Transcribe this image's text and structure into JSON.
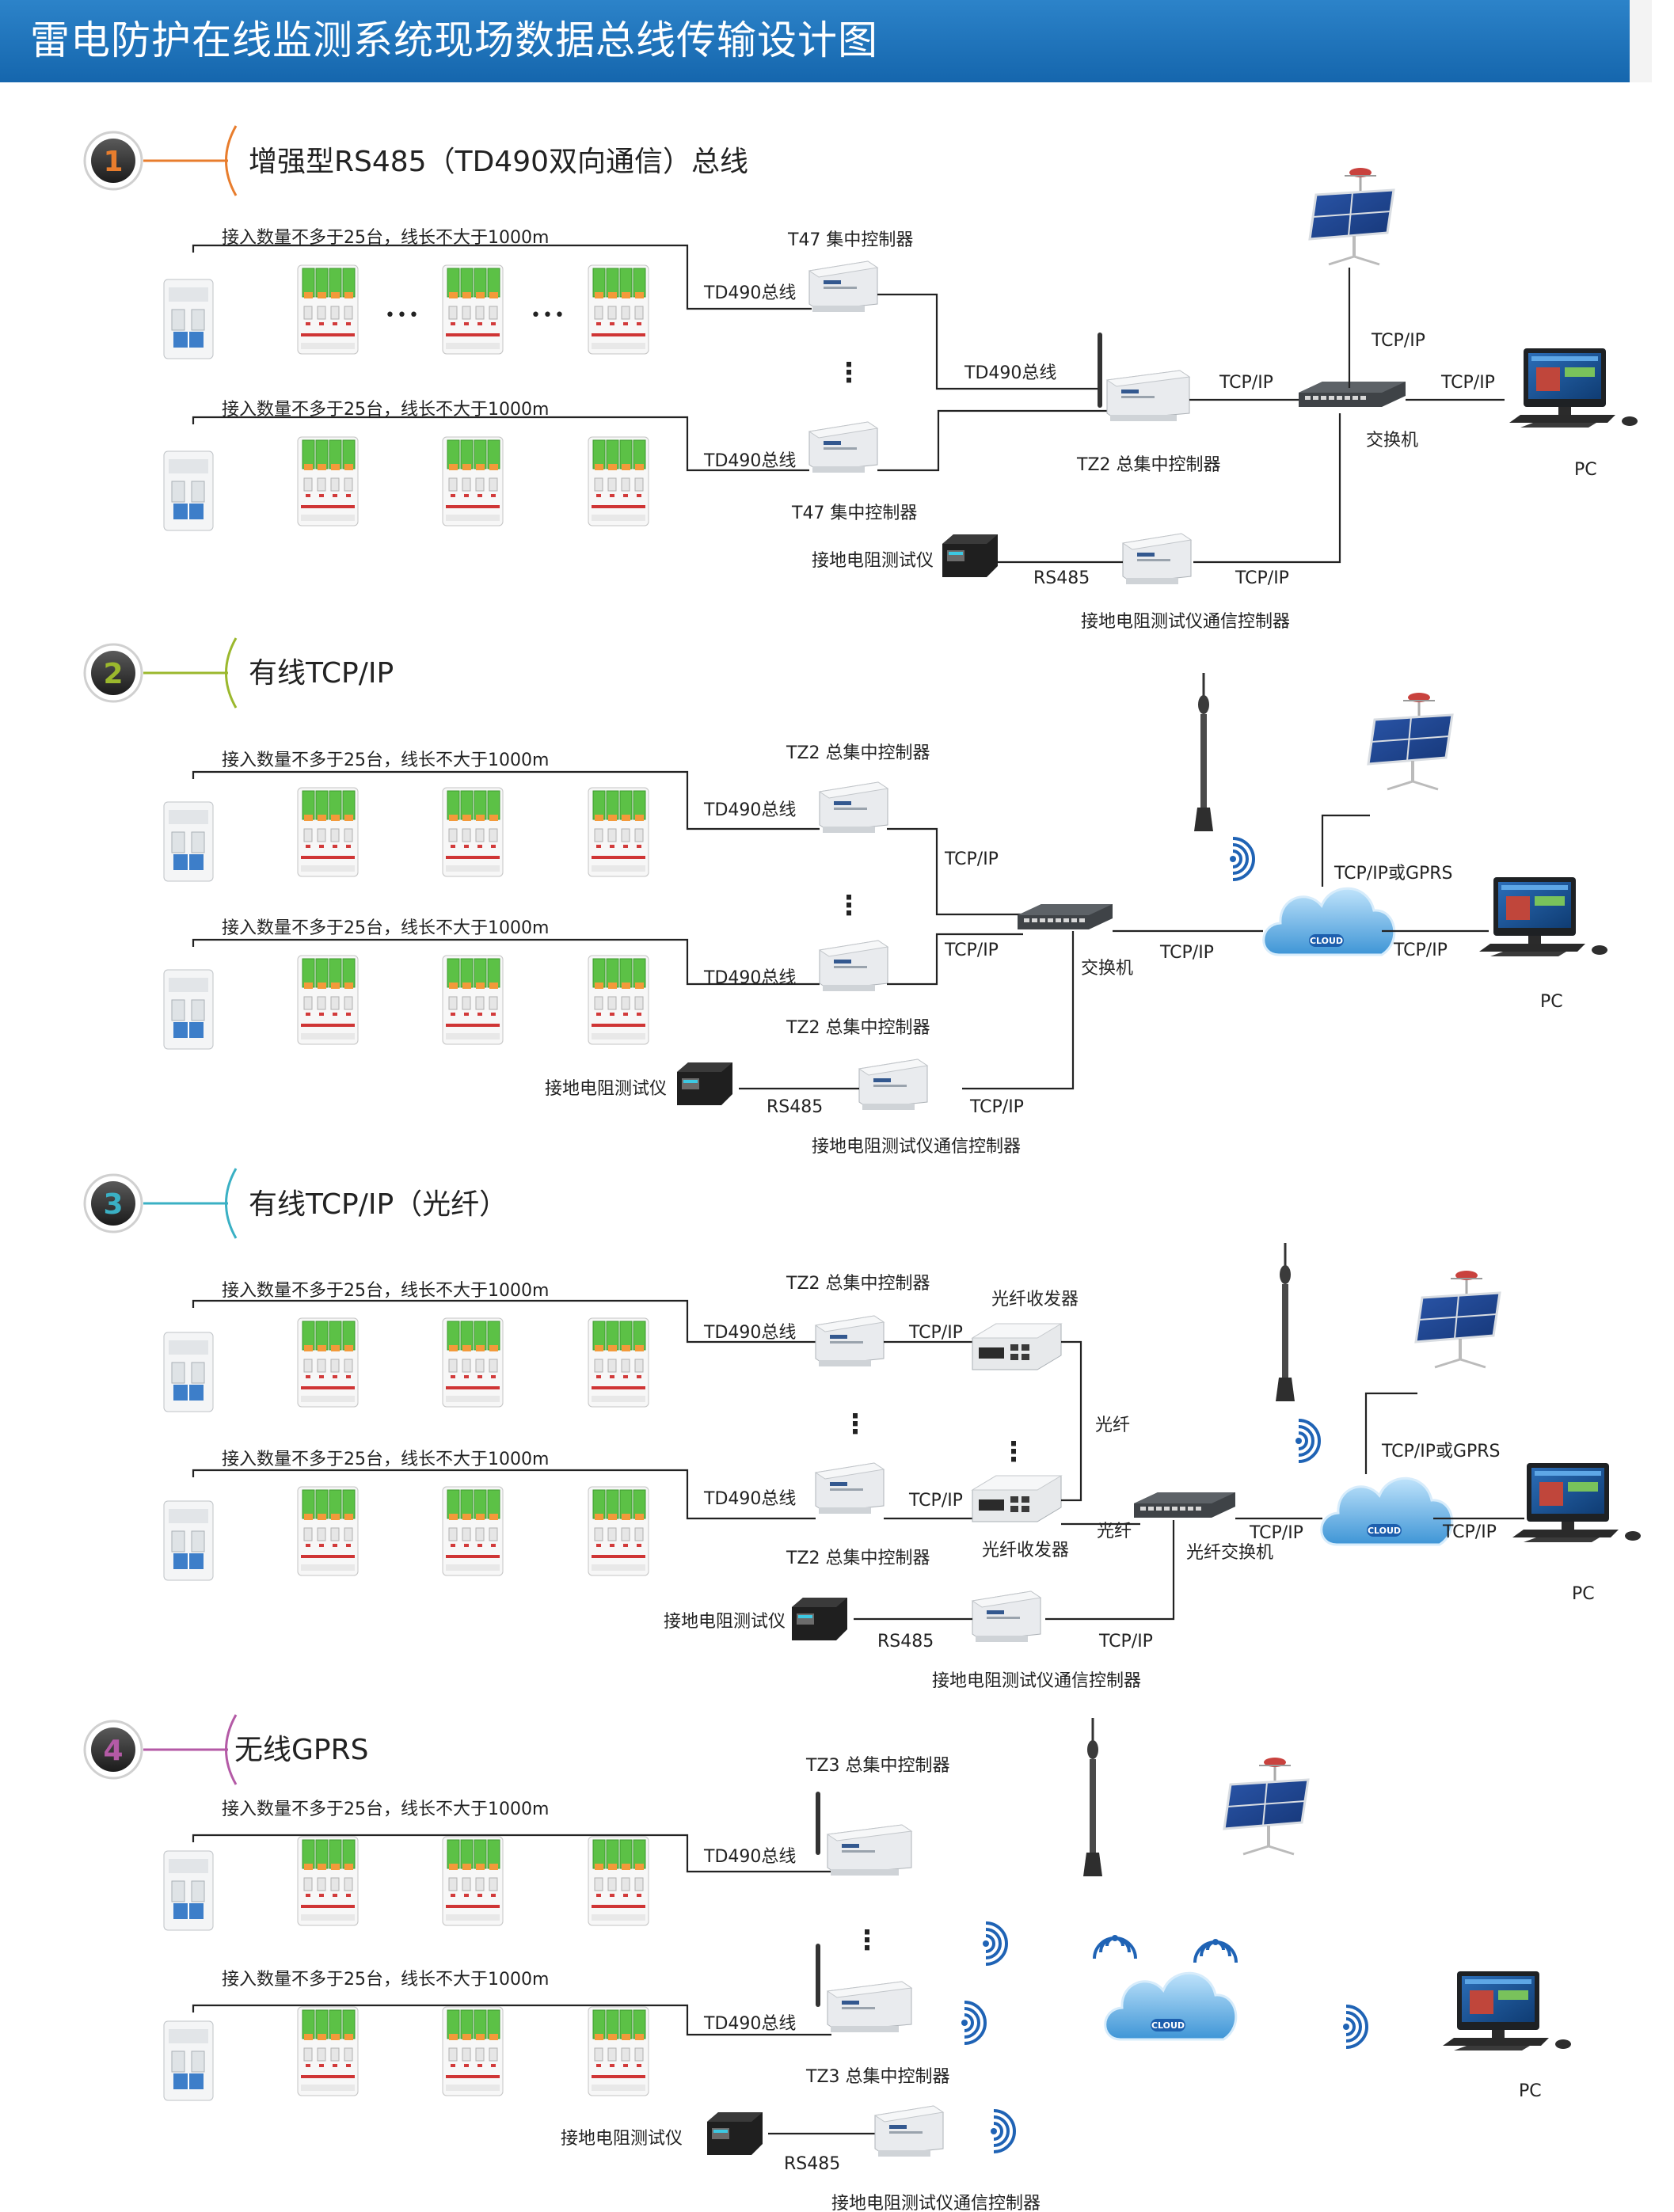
{
  "title": "雷电防护在线监测系统现场数据总线传输设计图",
  "sections": [
    {
      "number": "1",
      "accent": "#e87d2d",
      "heading": "增强型RS485（TD490双向通信）总线",
      "row_caption": "接入数量不多于25台，线长不大于1000m",
      "bus_label": "TD490总线",
      "ctrl_top": "T47 集中控制器",
      "ctrl_bottom": "T47 集中控制器",
      "bus_to_main": "TD490总线",
      "main_ctrl": "TZ2 总集中控制器",
      "tcp": "TCP/IP",
      "switch": "交换机",
      "pc": "PC",
      "ground_tester": "接地电阻测试仪",
      "rs485": "RS485",
      "ground_ctrl": "接地电阻测试仪通信控制器"
    },
    {
      "number": "2",
      "accent": "#9bb82d",
      "heading": "有线TCP/IP",
      "row_caption": "接入数量不多于25台，线长不大于1000m",
      "bus_label": "TD490总线",
      "ctrl_top": "TZ2 总集中控制器",
      "ctrl_bottom": "TZ2 总集中控制器",
      "tcp": "TCP/IP",
      "switch": "交换机",
      "cloud_link": "TCP/IP或GPRS",
      "cloud": "CLOUD",
      "pc": "PC",
      "ground_tester": "接地电阻测试仪",
      "rs485": "RS485",
      "ground_ctrl": "接地电阻测试仪通信控制器"
    },
    {
      "number": "3",
      "accent": "#3ab0c4",
      "heading": "有线TCP/IP（光纤）",
      "row_caption": "接入数量不多于25台，线长不大于1000m",
      "bus_label": "TD490总线",
      "ctrl_top": "TZ2 总集中控制器",
      "ctrl_bottom": "TZ2 总集中控制器",
      "tcp": "TCP/IP",
      "transceiver": "光纤收发器",
      "fiber": "光纤",
      "fiber_switch": "光纤交换机",
      "cloud_link": "TCP/IP或GPRS",
      "cloud": "CLOUD",
      "pc": "PC",
      "ground_tester": "接地电阻测试仪",
      "rs485": "RS485",
      "ground_ctrl": "接地电阻测试仪通信控制器"
    },
    {
      "number": "4",
      "accent": "#b45aa6",
      "heading": "无线GPRS",
      "row_caption": "接入数量不多于25台，线长不大于1000m",
      "bus_label": "TD490总线",
      "ctrl_top": "TZ3 总集中控制器",
      "ctrl_bottom": "TZ3 总集中控制器",
      "cloud": "CLOUD",
      "pc": "PC",
      "ground_tester": "接地电阻测试仪",
      "rs485": "RS485",
      "ground_ctrl": "接地电阻测试仪通信控制器"
    }
  ],
  "ellipsis": "•••",
  "vdots": "⋮"
}
